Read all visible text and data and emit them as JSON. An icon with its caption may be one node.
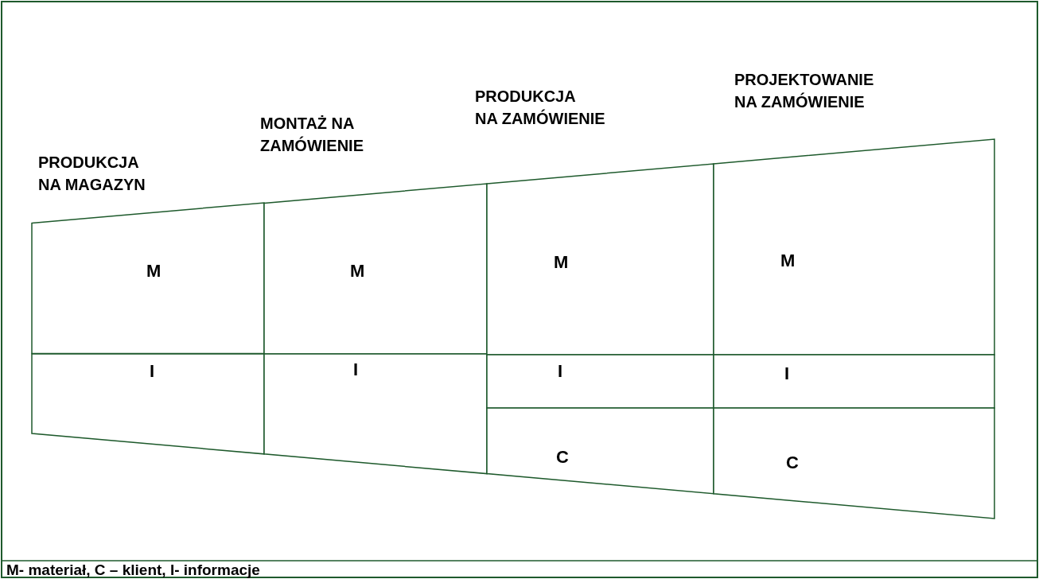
{
  "diagram": {
    "nodes": [
      {
        "text": [
          "M"
        ]
      },
      {
        "text": [
          "I"
        ]
      },
      {
        "text": [
          "M"
        ]
      },
      {
        "text": [
          "I"
        ]
      },
      {
        "text": [
          "M"
        ]
      },
      {
        "text": [
          "I"
        ]
      },
      {
        "text": [
          "C"
        ]
      },
      {
        "text": [
          "M"
        ]
      },
      {
        "text": [
          "I"
        ]
      },
      {
        "text": [
          "C"
        ]
      }
    ],
    "labels": [
      "PROJEKTOWANIE NA ZAMÓWIENIE",
      "PRODUKCJA NA ZAMÓWIENIE",
      "MONTAŻ NA ZAMÓWIENIE",
      "PRODUKCJA NA MAGAZYN",
      "M- materiał, C – klient, I- informacje"
    ]
  }
}
